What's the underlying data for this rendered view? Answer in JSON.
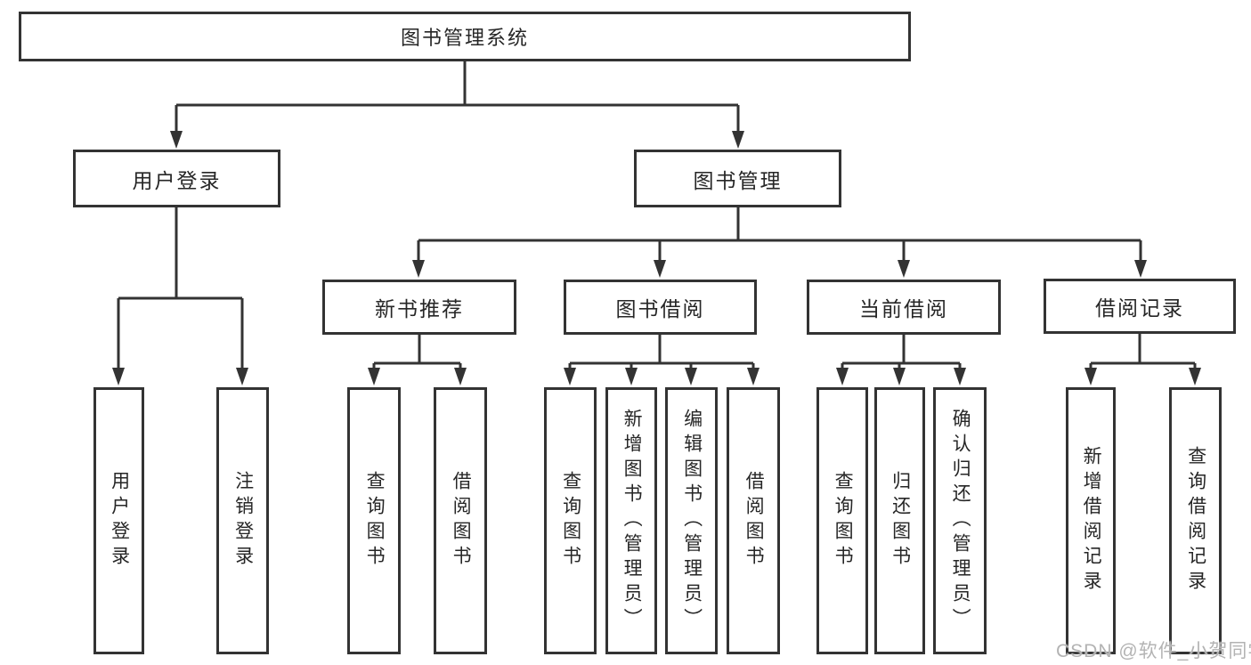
{
  "diagram": {
    "root": "图书管理系统",
    "level2": [
      "用户登录",
      "图书管理"
    ],
    "level3": [
      "新书推荐",
      "图书借阅",
      "当前借阅",
      "借阅记录"
    ],
    "leaves": [
      "用户登录",
      "注销登录",
      "查询图书",
      "借阅图书",
      "查询图书",
      "新增图书（管理员）",
      "编辑图书（管理员）",
      "借阅图书",
      "查询图书",
      "归还图书",
      "确认归还（管理员）",
      "新增借阅记录",
      "查询借阅记录"
    ]
  },
  "watermark": "CSDN @软件_小贺同学",
  "colors": {
    "line": "#333333",
    "text": "#262626",
    "background": "#ffffff",
    "watermark": "#b3b3b3"
  }
}
